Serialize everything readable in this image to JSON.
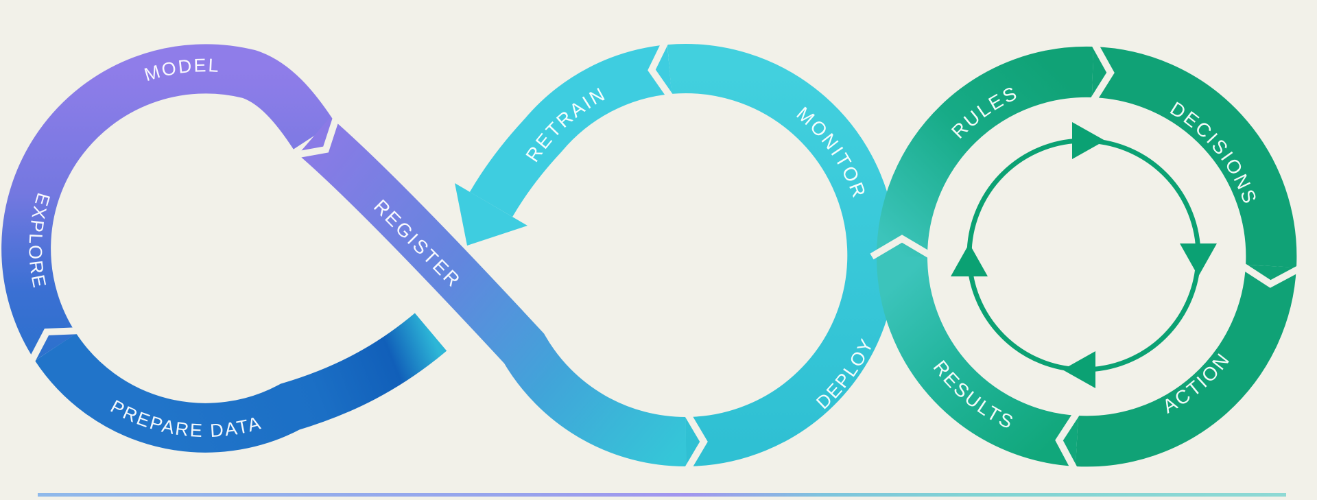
{
  "background_color": "#f2f1e9",
  "diagram_name": "machine-learning-lifecycle-infinity-loop",
  "labels": {
    "model": "MODEL",
    "explore": "EXPLORE",
    "prepare_data": "PREPARE DATA",
    "register": "REGISTER",
    "retrain": "RETRAIN",
    "monitor": "MONITOR",
    "deploy": "DEPLOY",
    "rules": "RULES",
    "decisions": "DECISIONS",
    "action": "ACTION",
    "results": "RESULTS"
  },
  "colors": {
    "purple": "#8d7ce8",
    "blue": "#1f73c9",
    "deep_blue": "#115fb9",
    "teal": "#3bcbd8",
    "green": "#10a276",
    "teal_green_blend": "#3cc4bb",
    "inner_loop_green": "#0ba173",
    "gap": "#f2f1e9",
    "label_text": "#ffffff"
  },
  "bottom_bar": {
    "colors": [
      "#8fb9ea",
      "#a295ee",
      "#7ec4dd",
      "#8ed9d4"
    ]
  }
}
